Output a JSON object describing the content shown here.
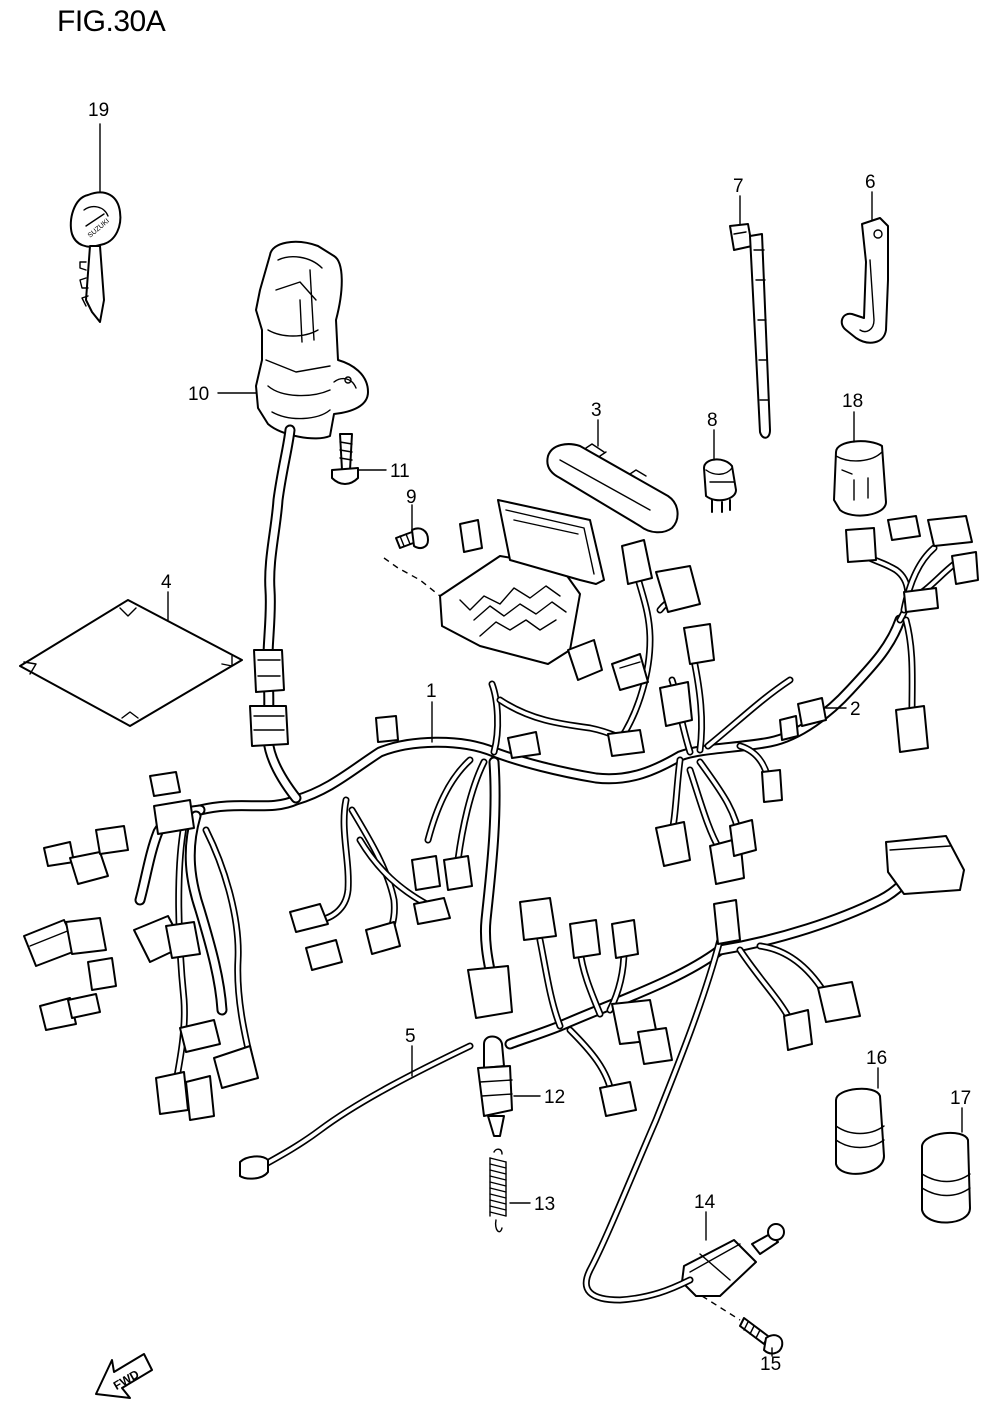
{
  "figure": {
    "title": "FIG.30A"
  },
  "callouts": [
    {
      "id": "1",
      "label": "1"
    },
    {
      "id": "2",
      "label": "2"
    },
    {
      "id": "3",
      "label": "3"
    },
    {
      "id": "4",
      "label": "4"
    },
    {
      "id": "5",
      "label": "5"
    },
    {
      "id": "6",
      "label": "6"
    },
    {
      "id": "7",
      "label": "7"
    },
    {
      "id": "8",
      "label": "8"
    },
    {
      "id": "9",
      "label": "9"
    },
    {
      "id": "10",
      "label": "10"
    },
    {
      "id": "11",
      "label": "11"
    },
    {
      "id": "12",
      "label": "12"
    },
    {
      "id": "13",
      "label": "13"
    },
    {
      "id": "14",
      "label": "14"
    },
    {
      "id": "15",
      "label": "15"
    },
    {
      "id": "16",
      "label": "16"
    },
    {
      "id": "17",
      "label": "17"
    },
    {
      "id": "18",
      "label": "18"
    },
    {
      "id": "19",
      "label": "19"
    }
  ],
  "key_logo_text": "SUZUKI",
  "direction_arrow_text": "FWD"
}
